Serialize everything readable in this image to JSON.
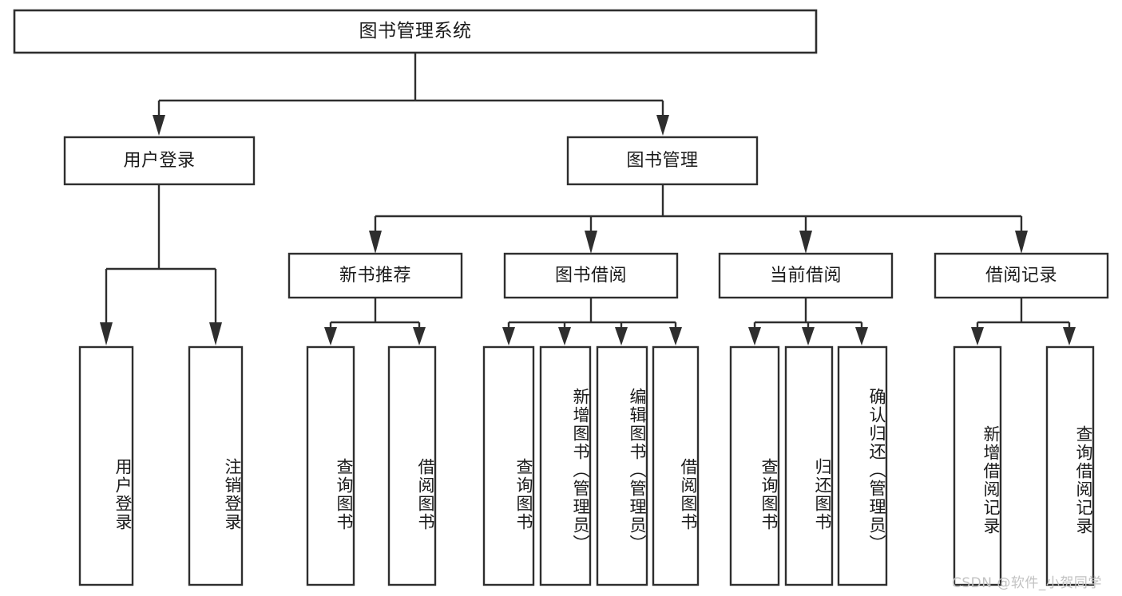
{
  "diagram": {
    "title": "图书管理系统",
    "type": "tree-hierarchy-chart",
    "watermark": "CSDN @软件_小贺同学",
    "colors": {
      "stroke": "#2e2e2e",
      "fill": "#ffffff",
      "text": "#1a1a1a",
      "watermark": "#c2c2c2"
    },
    "root": {
      "label": "图书管理系统",
      "id": "root"
    },
    "level2": [
      {
        "id": "user-login",
        "label": "用户登录"
      },
      {
        "id": "book-manage",
        "label": "图书管理"
      }
    ],
    "level3": [
      {
        "id": "new-book-recommend",
        "label": "新书推荐",
        "parent": "book-manage"
      },
      {
        "id": "book-borrow",
        "label": "图书借阅",
        "parent": "book-manage"
      },
      {
        "id": "current-borrow",
        "label": "当前借阅",
        "parent": "book-manage"
      },
      {
        "id": "borrow-record",
        "label": "借阅记录",
        "parent": "book-manage"
      }
    ],
    "leaves": [
      {
        "id": "leaf-user-login",
        "label": "用户登录",
        "parent": "user-login"
      },
      {
        "id": "leaf-logout-login",
        "label": "注销登录",
        "parent": "user-login"
      },
      {
        "id": "leaf-query-book-1",
        "label": "查询图书",
        "parent": "new-book-recommend"
      },
      {
        "id": "leaf-borrow-book-1",
        "label": "借阅图书",
        "parent": "new-book-recommend"
      },
      {
        "id": "leaf-query-book-2",
        "label": "查询图书",
        "parent": "book-borrow"
      },
      {
        "id": "leaf-add-book",
        "label": "新增图书（管理员）",
        "parent": "book-borrow"
      },
      {
        "id": "leaf-edit-book",
        "label": "编辑图书（管理员）",
        "parent": "book-borrow"
      },
      {
        "id": "leaf-borrow-book-2",
        "label": "借阅图书",
        "parent": "book-borrow"
      },
      {
        "id": "leaf-query-book-3",
        "label": "查询图书",
        "parent": "current-borrow"
      },
      {
        "id": "leaf-return-book",
        "label": "归还图书",
        "parent": "current-borrow"
      },
      {
        "id": "leaf-confirm-return",
        "label": "确认归还（管理员）",
        "parent": "current-borrow"
      },
      {
        "id": "leaf-add-record",
        "label": "新增借阅记录",
        "parent": "borrow-record"
      },
      {
        "id": "leaf-query-record",
        "label": "查询借阅记录",
        "parent": "borrow-record"
      }
    ]
  }
}
